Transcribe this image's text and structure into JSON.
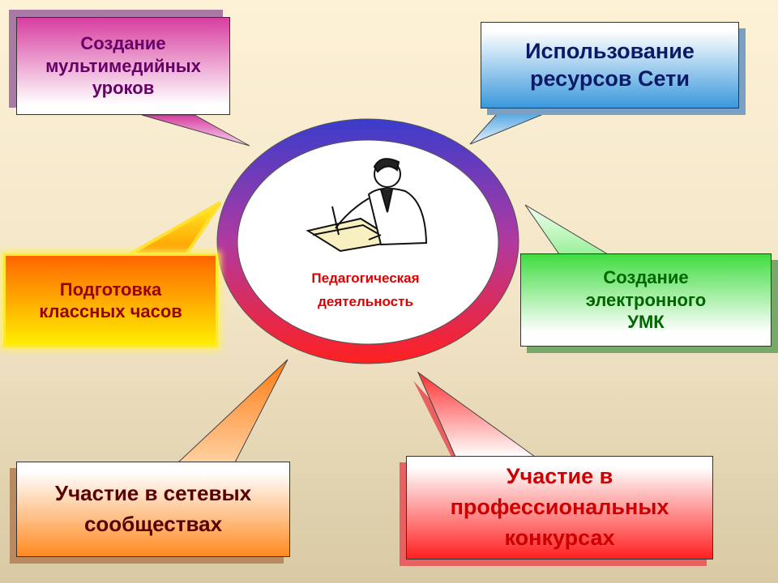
{
  "center": {
    "line1": "Педагогическая",
    "line2": "деятельность",
    "clipart": "teacher-writing-icon"
  },
  "callouts": [
    {
      "lines": [
        "Создание",
        "мультимедийных",
        "уроков"
      ],
      "text_color": "#660066"
    },
    {
      "lines": [
        "Использование",
        "ресурсов Сети"
      ],
      "text_color": "#0a1a66"
    },
    {
      "lines": [
        "Подготовка",
        "классных часов"
      ],
      "text_color": "#990000"
    },
    {
      "lines": [
        "Создание",
        "электронного",
        "УМК"
      ],
      "text_color": "#006600"
    },
    {
      "lines": [
        "Участие в сетевых",
        "сообществах"
      ],
      "text_color": "#5a0000"
    },
    {
      "lines": [
        "Участие в",
        "профессиональных",
        "конкурсах"
      ],
      "text_color": "#cc0000"
    }
  ]
}
